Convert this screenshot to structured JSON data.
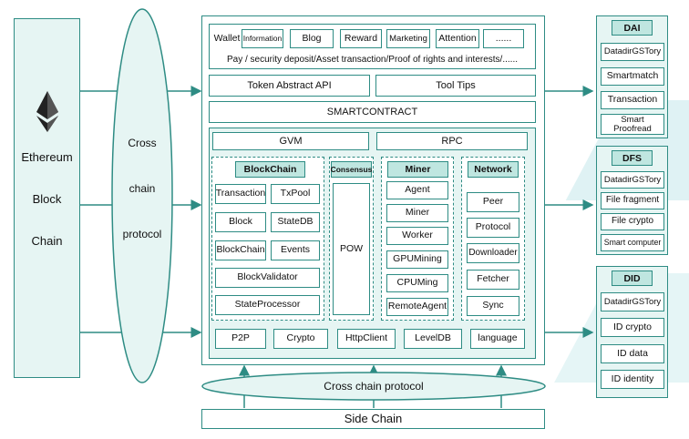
{
  "left_panel": {
    "lines": [
      "Ethereum",
      "Block",
      "Chain"
    ],
    "icon": "ethereum-icon"
  },
  "cross_chain_left": {
    "lines": [
      "Cross",
      "chain",
      "protocol"
    ]
  },
  "top": {
    "wallet": "Wallet",
    "tabs": [
      "Information",
      "Blog",
      "Reward",
      "Marketing",
      "Attention",
      "......"
    ],
    "description": "Pay / security deposit/Asset transaction/Proof of rights and interests/......"
  },
  "token_api": "Token Abstract API",
  "tool_tips": "Tool Tips",
  "smartcontract": "SMARTCONTRACT",
  "gvm": "GVM",
  "rpc": "RPC",
  "blockchain": {
    "header": "BlockChain",
    "items": [
      "Transaction",
      "TxPool",
      "Block",
      "StateDB",
      "BlockChain",
      "Events",
      "BlockValidator",
      "StateProcessor"
    ]
  },
  "consensus": {
    "header": "Consensus",
    "item": "POW"
  },
  "miner": {
    "header": "Miner",
    "items": [
      "Agent",
      "Miner",
      "Worker",
      "GPUMining",
      "CPUMing",
      "RemoteAgent"
    ]
  },
  "network": {
    "header": "Network",
    "items": [
      "Peer",
      "Protocol",
      "Downloader",
      "Fetcher",
      "Sync"
    ]
  },
  "bottom_row": [
    "P2P",
    "Crypto",
    "HttpClient",
    "LevelDB",
    "language"
  ],
  "cross_chain_bottom": "Cross chain protocol",
  "side_chain": "Side Chain",
  "dai": {
    "header": "DAI",
    "items": [
      "DatadirGSTory",
      "Smartmatch",
      "Transaction",
      "Smart Proofread"
    ]
  },
  "dfs": {
    "header": "DFS",
    "items": [
      "DatadirGSTory",
      "File fragment",
      "File crypto",
      "Smart computer"
    ]
  },
  "did": {
    "header": "DID",
    "items": [
      "DatadirGSTory",
      "ID crypto",
      "ID data",
      "ID identity"
    ]
  },
  "colors": {
    "stroke": "#2e8c84",
    "header_fill": "#bfe6e0",
    "panel_fill": "#e6f5f3",
    "decor": "#dff2f4"
  }
}
